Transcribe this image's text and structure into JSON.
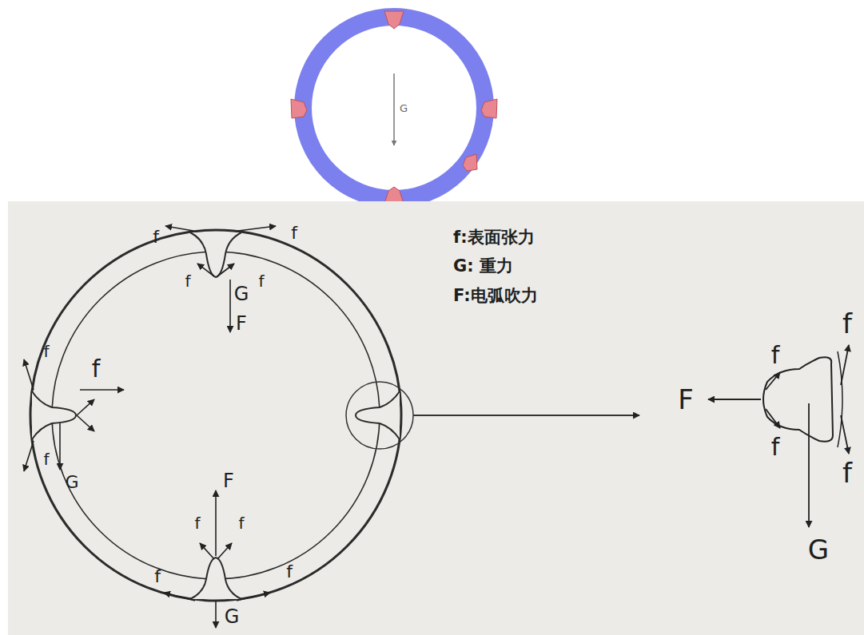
{
  "diagram": {
    "labels": [
      "G",
      "f",
      "f",
      "f",
      "f",
      "G",
      "F",
      "f",
      "f",
      "f",
      "G",
      "F",
      "f",
      "f",
      "f",
      "f",
      "G",
      "F",
      "f",
      "f",
      "f",
      "f",
      "G",
      "f:表面张力",
      "G: 重力",
      "F:电弧吹力"
    ]
  }
}
